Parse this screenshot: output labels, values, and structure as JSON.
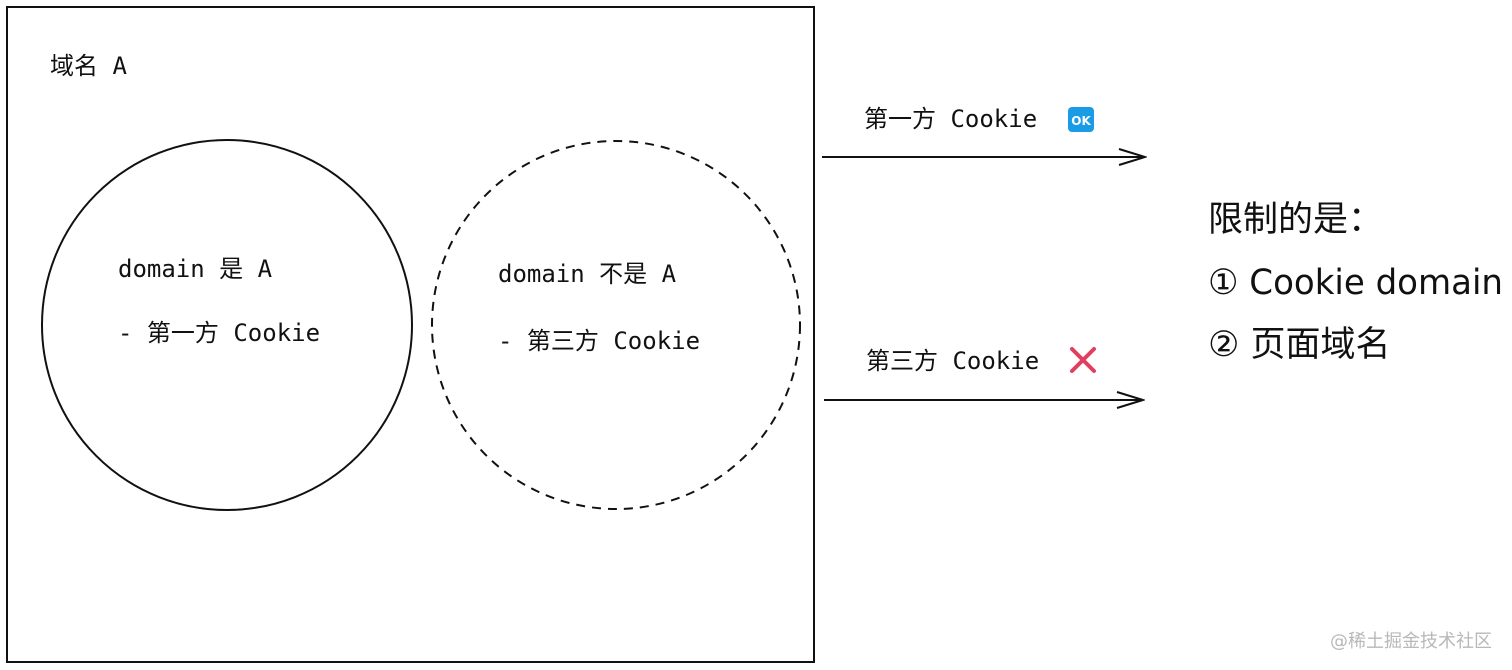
{
  "domain_box": {
    "label": "域名 A"
  },
  "first_party_circle": {
    "line1": "domain 是 A",
    "line2": "- 第一方 Cookie"
  },
  "third_party_circle": {
    "line1": "domain 不是 A",
    "line2": "- 第三方 Cookie"
  },
  "arrows": {
    "first_party": {
      "label": "第一方 Cookie",
      "badge": "OK",
      "badge_color": "#1a9be6"
    },
    "third_party": {
      "label": "第三方 Cookie",
      "mark_icon": "cross-mark-icon",
      "mark_color": "#e0405f"
    }
  },
  "restrictions": {
    "title": "限制的是：",
    "items": [
      "① Cookie domain",
      "② 页面域名"
    ]
  },
  "watermark": "@稀土掘金技术社区"
}
